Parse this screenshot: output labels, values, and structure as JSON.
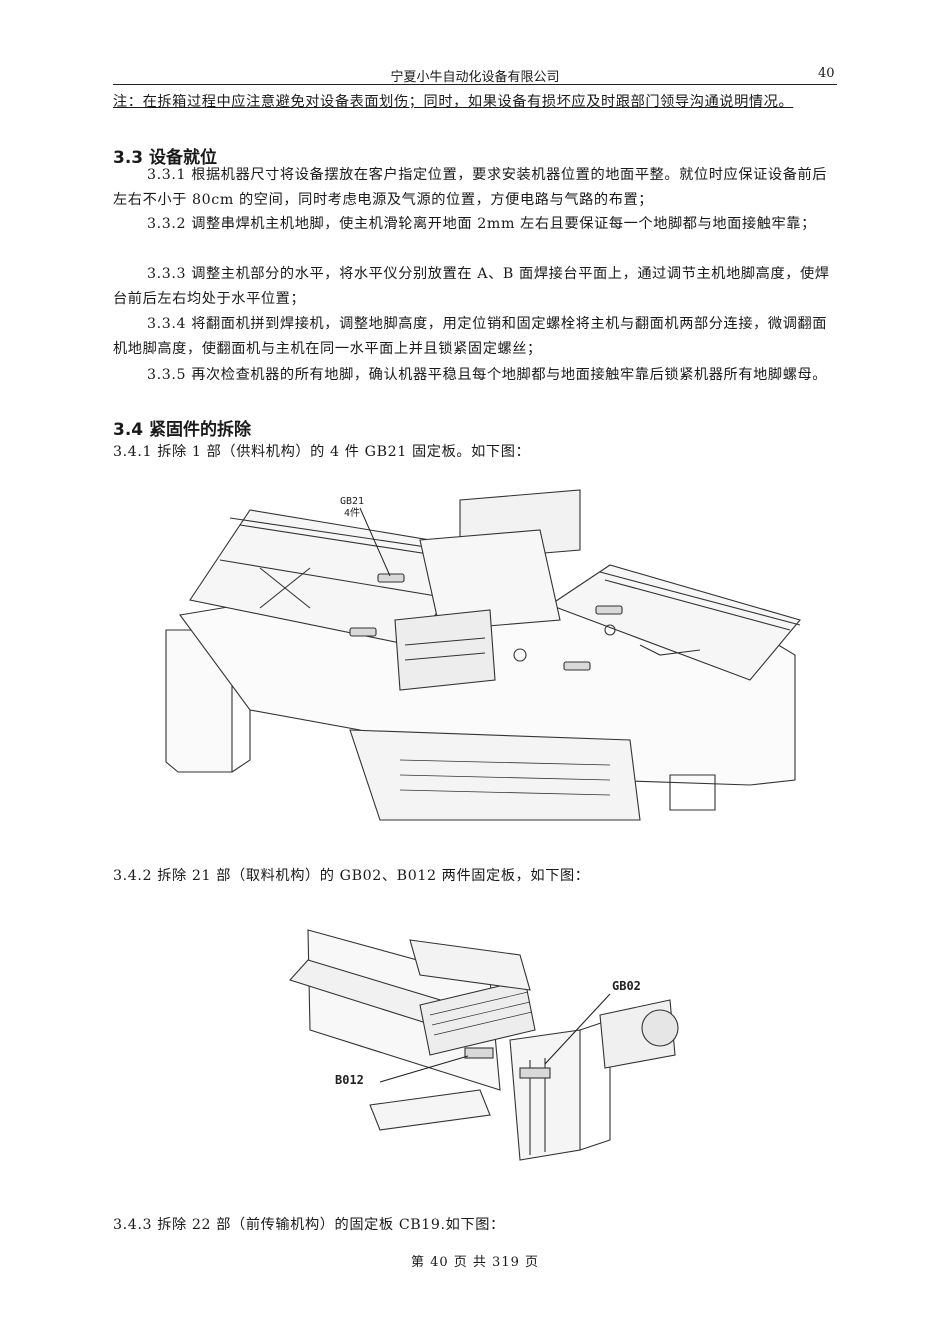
{
  "header": {
    "company": "宁夏小牛自动化设备有限公司",
    "page_number": "40"
  },
  "note": "注：在拆箱过程中应注意避免对设备表面划伤；同时，如果设备有损坏应及时跟部门领导沟通说明情况。",
  "section_3_3": {
    "heading": "3.3 设备就位",
    "items": [
      "3.3.1 根据机器尺寸将设备摆放在客户指定位置，要求安装机器位置的地面平整。就位时应保证设备前后左右不小于 80cm 的空间，同时考虑电源及气源的位置，方便电路与气路的布置；",
      "3.3.2 调整串焊机主机地脚，使主机滑轮离开地面 2mm 左右且要保证每一个地脚都与地面接触牢靠；",
      "3.3.3 调整主机部分的水平，将水平仪分别放置在 A、B 面焊接台平面上，通过调节主机地脚高度，使焊台前后左右均处于水平位置；",
      "3.3.4 将翻面机拼到焊接机，调整地脚高度，用定位销和固定螺栓将主机与翻面机两部分连接，微调翻面机地脚高度，使翻面机与主机在同一水平面上并且锁紧固定螺丝；",
      "3.3.5 再次检查机器的所有地脚，确认机器平稳且每个地脚都与地面接触牢靠后锁紧机器所有地脚螺母。"
    ]
  },
  "section_3_4": {
    "heading": "3.4 紧固件的拆除",
    "step_1": "3.4.1 拆除 1 部（供料机构）的 4 件 GB21 固定板。如下图：",
    "figure_1_label_line1": "GB21",
    "figure_1_label_line2": "4件",
    "step_2": "3.4.2 拆除 21 部（取料机构）的 GB02、B012 两件固定板，如下图：",
    "figure_2_label_a": "GB02",
    "figure_2_label_b": "B012",
    "step_3": "3.4.3 拆除 22 部（前传输机构）的固定板 CB19.如下图："
  },
  "footer": "第 40 页 共 319 页"
}
